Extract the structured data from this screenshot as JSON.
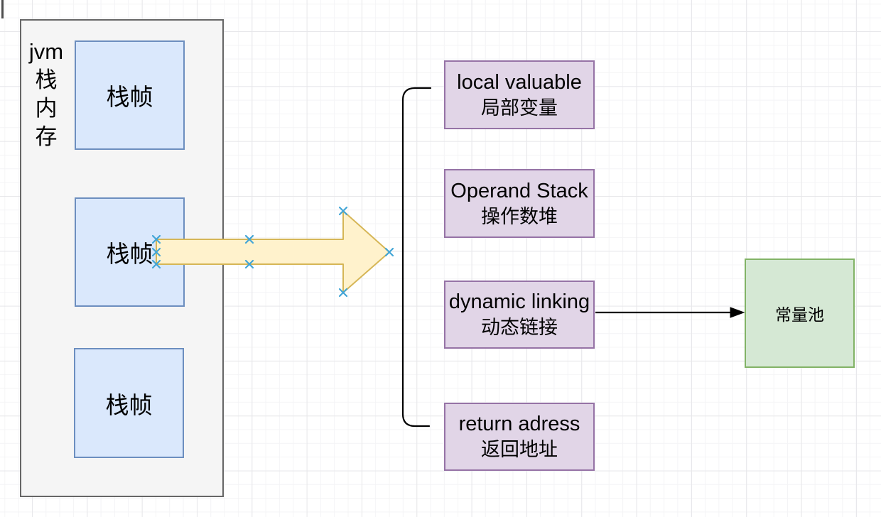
{
  "diagram": {
    "jvm_stack": {
      "label_lines": [
        "jvm",
        "栈",
        "内",
        "存"
      ],
      "fill": "#f5f5f5",
      "stroke": "#666666",
      "frames": [
        {
          "label": "栈帧"
        },
        {
          "label": "栈帧"
        },
        {
          "label": "栈帧"
        }
      ],
      "frame_fill": "#dae8fc",
      "frame_stroke": "#6c8ebf"
    },
    "big_arrow": {
      "fill": "#fff2cc",
      "stroke": "#d6b656",
      "connection_point_color": "#42a5d6"
    },
    "stack_frame_parts": [
      {
        "name_en": "local valuable",
        "name_zh": "局部变量"
      },
      {
        "name_en": "Operand Stack",
        "name_zh": "操作数堆"
      },
      {
        "name_en": "dynamic linking",
        "name_zh": "动态链接"
      },
      {
        "name_en": "return adress",
        "name_zh": "返回地址"
      }
    ],
    "part_style": {
      "fill": "#e1d5e7",
      "stroke": "#9673a6"
    },
    "constant_pool": {
      "label": "常量池",
      "fill": "#d5e8d4",
      "stroke": "#82b366"
    },
    "connector_color": "#000000"
  }
}
